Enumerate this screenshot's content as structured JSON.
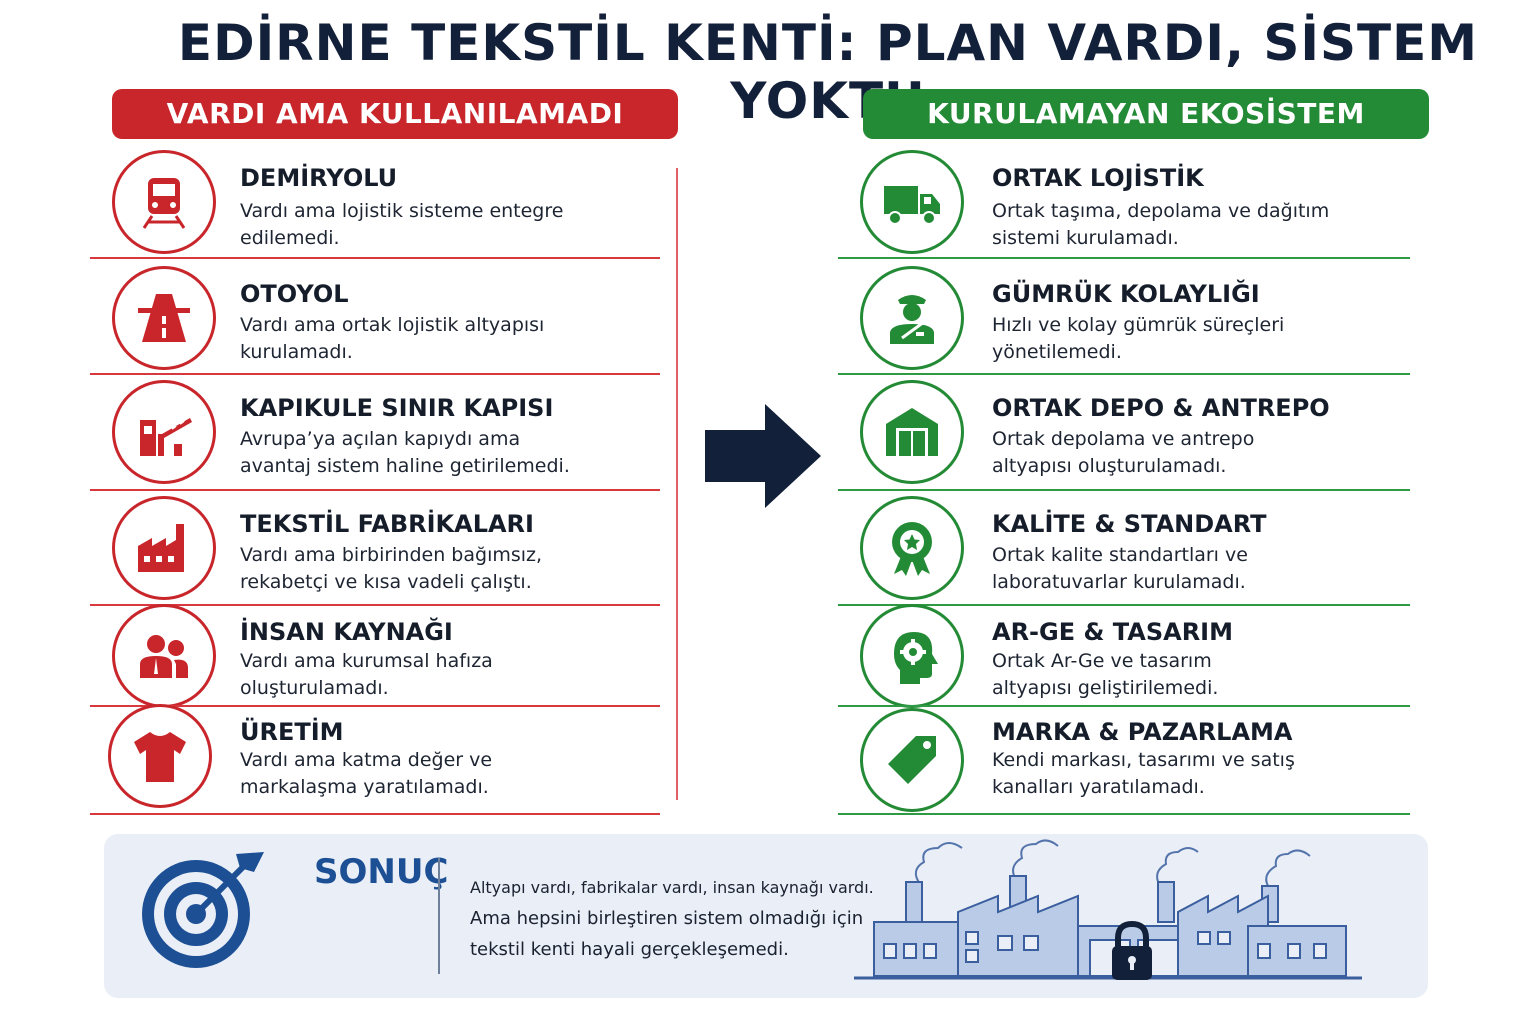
{
  "title": "EDİRNE TEKSTİL KENTİ: PLAN VARDI, SİSTEM YOKTU",
  "left_column": {
    "header": "VARDI AMA KULLANILAMADI",
    "items": [
      {
        "icon": "train-icon",
        "heading": "DEMİRYOLU",
        "desc": "Vardı ama lojistik sisteme entegre edilemedi."
      },
      {
        "icon": "highway-icon",
        "heading": "OTOYOL",
        "desc": "Vardı ama ortak lojistik altyapısı kurulamadı."
      },
      {
        "icon": "border-gate-icon",
        "heading": "KAPIKULE SINIR KAPISI",
        "desc": "Avrupa’ya açılan kapıydı ama avantaj sistem haline getirilemedi."
      },
      {
        "icon": "factory-icon",
        "heading": "TEKSTİL FABRİKALARI",
        "desc": "Vardı ama birbirinden bağımsız, rekabetçi ve kısa vadeli çalıştı."
      },
      {
        "icon": "people-icon",
        "heading": "İNSAN KAYNAĞI",
        "desc": "Vardı ama kurumsal hafıza oluşturulamadı."
      },
      {
        "icon": "tshirt-icon",
        "heading": "ÜRETİM",
        "desc": "Vardı ama katma değer ve markalaşma yaratılamadı."
      }
    ]
  },
  "right_column": {
    "header": "KURULAMAYAN EKOSİSTEM",
    "items": [
      {
        "icon": "truck-icon",
        "heading": "ORTAK LOJİSTİK",
        "desc": "Ortak taşıma, depolama ve dağıtım sistemi kurulamadı."
      },
      {
        "icon": "customs-officer-icon",
        "heading": "GÜMRÜK KOLAYLIĞI",
        "desc": "Hızlı ve kolay gümrük süreçleri yönetilemedi."
      },
      {
        "icon": "warehouse-icon",
        "heading": "ORTAK DEPO & ANTREPO",
        "desc": "Ortak depolama ve antrepo altyapısı oluşturulamadı."
      },
      {
        "icon": "quality-badge-icon",
        "heading": "KALİTE & STANDART",
        "desc": "Ortak kalite standartları ve laboratuvarlar kurulamadı."
      },
      {
        "icon": "head-gear-icon",
        "heading": "AR-GE & TASARIM",
        "desc": "Ortak Ar-Ge ve tasarım altyapısı geliştirilemedi."
      },
      {
        "icon": "price-tag-icon",
        "heading": "MARKA & PAZARLAMA",
        "desc": "Kendi markası, tasarımı ve satış kanalları yaratılamadı."
      }
    ]
  },
  "result": {
    "title": "SONUÇ",
    "lines": [
      "Altyapı vardı, fabrikalar vardı, insan kaynağı vardı.",
      "Ama hepsini birleştiren sistem olmadığı için",
      "tekstil kenti hayali gerçekleşemedi."
    ]
  },
  "colors": {
    "red": "#c8262b",
    "green": "#238a35",
    "navy": "#13203a",
    "blue": "#1d4f95"
  }
}
